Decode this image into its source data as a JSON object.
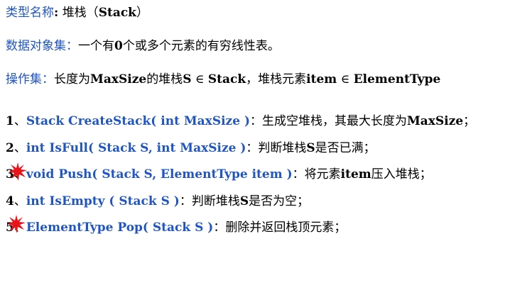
{
  "header": {
    "type_label": "类型名称",
    "colon": ":",
    "type_value": "堆栈（",
    "type_name": "Stack",
    "type_close": "）"
  },
  "dataset": {
    "label": "数据对象集：",
    "text1": "一个有",
    "zero": "0",
    "text2": "个或多个元素的有穷线性表。"
  },
  "opset": {
    "label": "操作集：",
    "t1": "长度为",
    "maxsize": "MaxSize",
    "t2": "的堆栈",
    "s": "S",
    "in1": " ∈ ",
    "stack": "Stack",
    "t3": "，堆栈元素",
    "item": "item",
    "in2": " ∈ ",
    "elemtype": "ElementType"
  },
  "operations": [
    {
      "num": "1",
      "sep": "、",
      "sig": "Stack CreateStack( int MaxSize )",
      "colon": "：",
      "d1": "生成空堆栈，其最大长度为",
      "bold": "MaxSize",
      "d2": "；"
    },
    {
      "num": "2",
      "sep": "、",
      "sig": "int IsFull( Stack S, int MaxSize )",
      "colon": "：",
      "d1": "判断堆栈",
      "bold": "S",
      "d2": "是否已满；"
    },
    {
      "num": "3",
      "sep": "、",
      "sig": "void Push( Stack S, ElementType item )",
      "colon": "：",
      "d1": "将元素",
      "bold": "item",
      "d2": "压入堆栈；"
    },
    {
      "num": "4",
      "sep": "、",
      "sig": "int IsEmpty ( Stack S )",
      "colon": "：",
      "d1": "判断堆栈",
      "bold": "S",
      "d2": "是否为空；"
    },
    {
      "num": "5",
      "sep": "、",
      "sig": "ElementType Pop( Stack S )",
      "colon": "：",
      "d1": "删除并返回栈顶元素；",
      "bold": "",
      "d2": ""
    }
  ],
  "colors": {
    "blue": "#1f55c4",
    "star_red": "#e8141a"
  }
}
